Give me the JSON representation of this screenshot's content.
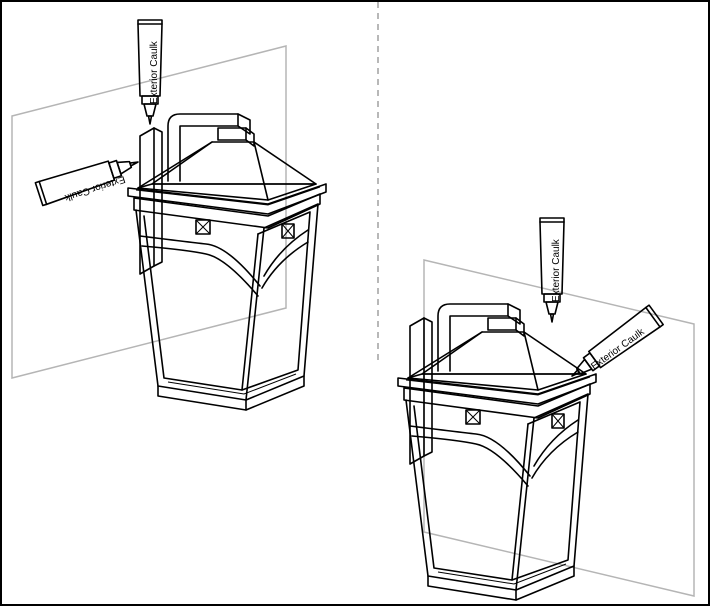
{
  "panels": [
    {
      "caulk_tubes": [
        {
          "label": "Exterior Caulk"
        },
        {
          "label": "Exterior Caulk"
        }
      ]
    },
    {
      "caulk_tubes": [
        {
          "label": "Exterior Caulk"
        },
        {
          "label": "Exterior Caulk"
        }
      ]
    }
  ],
  "colors": {
    "line": "#000000",
    "wall_outline": "#b5b5b5",
    "divider": "#888888"
  }
}
